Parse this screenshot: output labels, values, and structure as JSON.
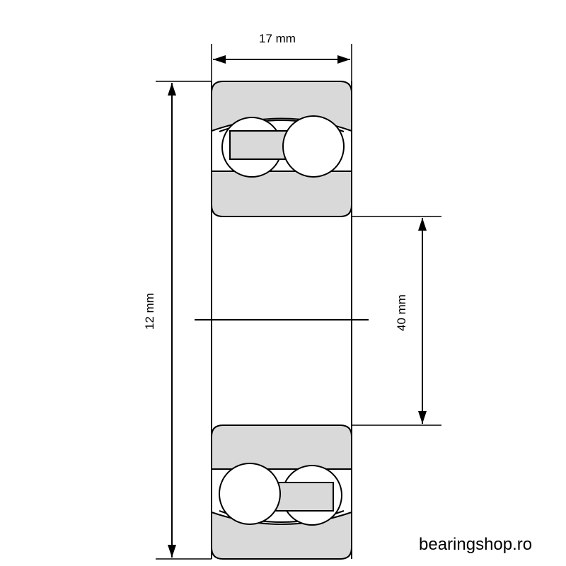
{
  "dimensions": {
    "width_label": "17 mm",
    "outer_label": "12 mm",
    "bore_label": "40 mm"
  },
  "watermark": "bearingshop.ro",
  "colors": {
    "ring_fill": "#d9d9d9",
    "ball_fill": "#ffffff",
    "line": "#000000",
    "background": "#ffffff"
  }
}
